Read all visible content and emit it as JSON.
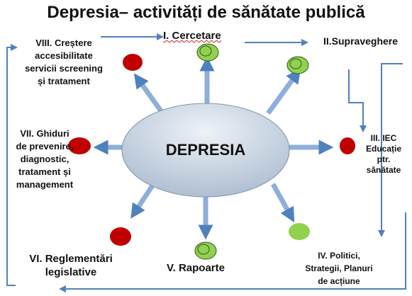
{
  "title": "Depresia– activități de sănătate publică",
  "center": "DEPRESIA",
  "labels": {
    "cercetare": "I. Cercetare",
    "supraveghere": "II.Supraveghere",
    "iec_1": "III. IEC",
    "iec_2": "Educație",
    "iec_3": "ptr.",
    "iec_4": "sănătate",
    "politici_1": "IV. Politici,",
    "politici_2": "Strategii, Planuri",
    "politici_3": "de acțiune",
    "rapoarte": "V. Rapoarte",
    "reglementari_1": "VI. Reglementări",
    "reglementari_2": "legislative",
    "ghiduri_1": "VII. Ghiduri",
    "ghiduri_2": "de prevenire,",
    "ghiduri_3": "diagnostic,",
    "ghiduri_4": "tratament și",
    "ghiduri_5": "management",
    "accesibilitate_1": "VIII. Creștere",
    "accesibilitate_2": "accesibilitate",
    "accesibilitate_3": "servicii screening",
    "accesibilitate_4": "și tratament"
  },
  "colors": {
    "arrow": "#4f81bd",
    "ellipse_light": "#eef2f7",
    "ellipse_dark": "#aebfd2",
    "dot_red": "#c00000",
    "dot_green": "#92d050"
  }
}
